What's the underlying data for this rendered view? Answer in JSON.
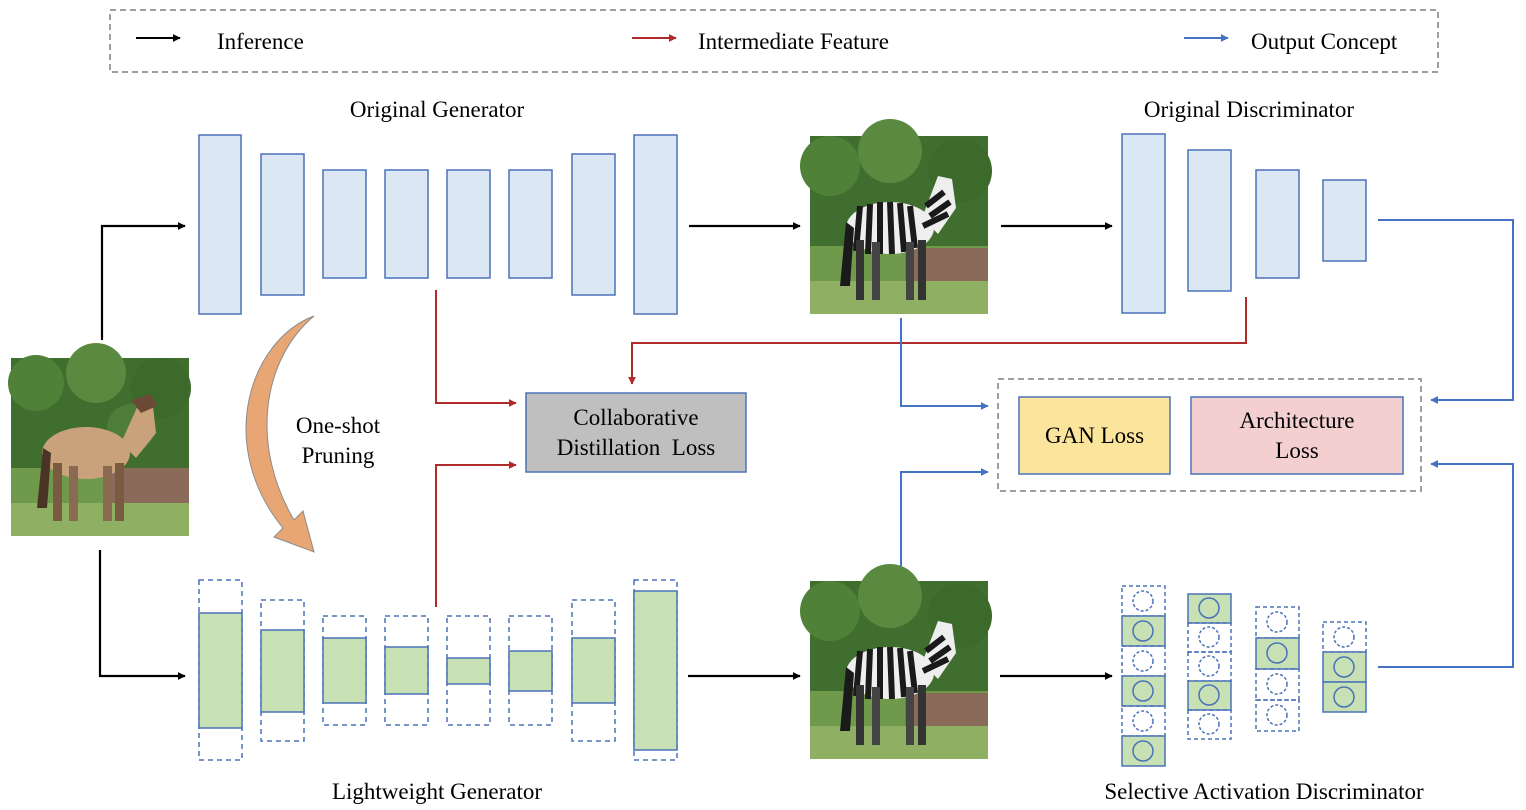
{
  "legend": {
    "inference": "Inference",
    "intermediate_feature": "Intermediate Feature",
    "output_concept": "Output Concept"
  },
  "labels": {
    "original_generator": "Original Generator",
    "original_discriminator": "Original Discriminator",
    "lightweight_generator": "Lightweight Generator",
    "selective_activation_discriminator": "Selective Activation Discriminator",
    "one_shot_line1": "One-shot",
    "one_shot_line2": "Pruning"
  },
  "boxes": {
    "distillation_line1": "Collaborative",
    "distillation_line2": "Distillation  Loss",
    "gan_loss": "GAN Loss",
    "architecture_line1": "Architecture",
    "architecture_line2": "Loss"
  },
  "images": {
    "input": "horse-photo",
    "original_output": "zebra-photo",
    "lightweight_output": "zebra-photo"
  },
  "colors": {
    "inference_arrow": "#000000",
    "feature_arrow": "#b02a2a",
    "concept_arrow": "#4472c4",
    "layer_fill": "#dce7f4",
    "layer_stroke": "#4a72b8",
    "pruned_fill": "#c7e0b4",
    "distill_fill": "#bfbfbf",
    "gan_fill": "#fbe59c",
    "arch_fill": "#f3cfcf",
    "pruning_arrow": "#e8a675"
  }
}
